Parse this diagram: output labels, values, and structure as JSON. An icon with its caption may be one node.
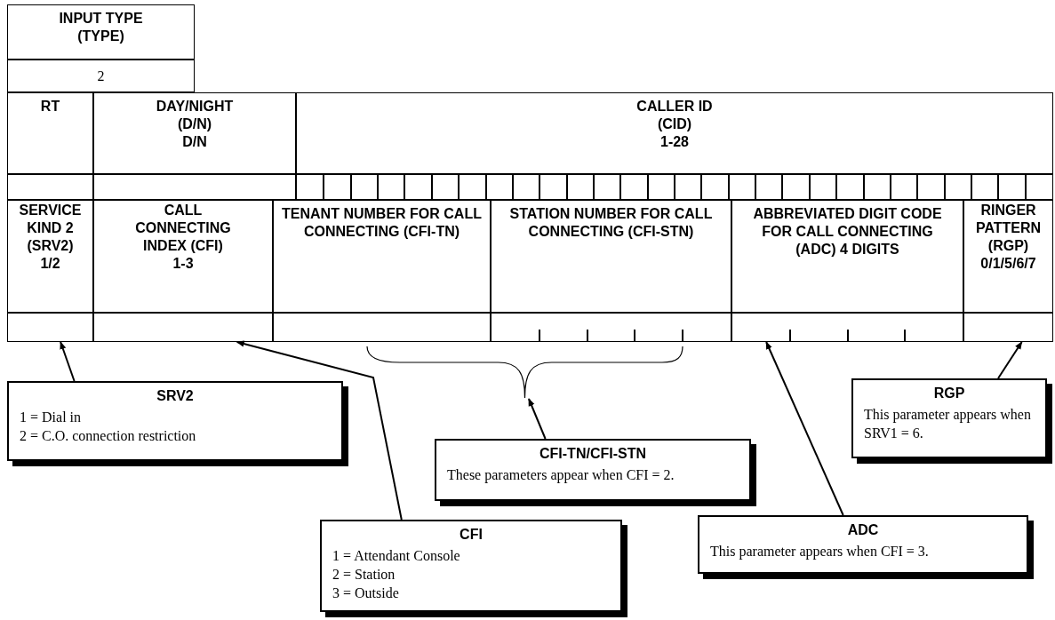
{
  "diagram": {
    "nodes": [
      {
        "text": [
          "INPUT TYPE (TYPE)"
        ]
      },
      {
        "text": [
          "2"
        ]
      },
      {
        "text": [
          "RT"
        ]
      },
      {
        "text": [
          "DAY/NIGHT (D/N)",
          "D/N"
        ]
      },
      {
        "text": [
          "CALLER ID (CID)",
          "1-28"
        ]
      },
      {
        "text": [],
        "shape": "box"
      },
      {
        "text": [],
        "shape": "box"
      },
      {
        "text": [],
        "shape": "box"
      },
      {
        "text": [
          "SERVICE KIND 2 (SRV2)",
          "1/2"
        ]
      },
      {
        "text": [
          "CALL CONNECTING INDEX (CFI)",
          "1-3"
        ]
      },
      {
        "text": [
          "TENANT NUMBER FOR CALL CONNECTING (CFI-TN)"
        ]
      },
      {
        "text": [
          "STATION NUMBER FOR CALL CONNECTING (CFI-STN)"
        ]
      },
      {
        "text": [
          "ABBREVIATED DIGIT CODE FOR CALL CONNECTING (ADC) 4 DIGITS"
        ]
      },
      {
        "text": [
          "RINGER PATTERN (RGP)",
          "0/1/5/6/7"
        ]
      },
      {
        "text": [],
        "shape": "box"
      },
      {
        "text": [],
        "shape": "box"
      },
      {
        "text": [],
        "shape": "box"
      },
      {
        "text": [],
        "shape": "box"
      },
      {
        "text": [],
        "shape": "box"
      },
      {
        "text": [],
        "shape": "box"
      },
      {
        "text": [],
        "shape": "brace"
      },
      {
        "text": [
          "SRV2",
          "1 = Dial in",
          "2 = C.O. connection restriction"
        ]
      },
      {
        "text": [
          "RGP",
          "This parameter appears when SRV1 = 6."
        ]
      },
      {
        "text": [
          "CFI-TN/CFI-STN",
          "These parameters appear when CFI = 2."
        ]
      },
      {
        "text": [
          "CFI",
          "1 = Attendant Console",
          "2 = Station",
          "3 = Outside"
        ]
      },
      {
        "text": [
          "ADC",
          "This parameter appears when CFI = 3."
        ]
      }
    ],
    "edges": [
      {
        "from": 21,
        "to": 14,
        "arrow": "to"
      },
      {
        "from": 24,
        "to": 15,
        "arrow": "to"
      },
      {
        "from": 23,
        "to": 20,
        "arrow": "to"
      },
      {
        "from": 25,
        "to": 18,
        "arrow": "to"
      },
      {
        "from": 22,
        "to": 19,
        "arrow": "to"
      }
    ]
  }
}
